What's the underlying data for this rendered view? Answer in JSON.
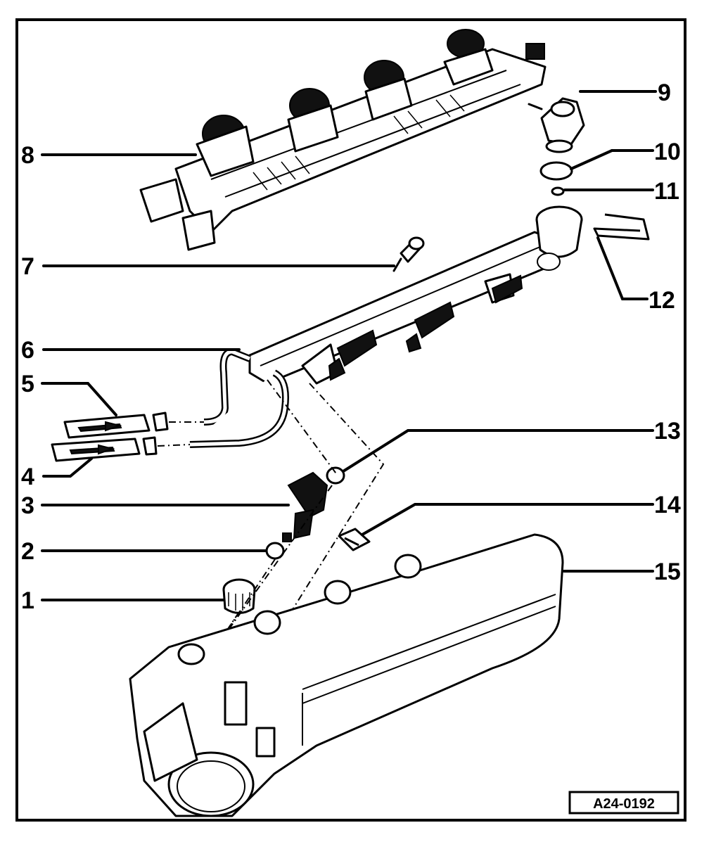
{
  "diagram": {
    "callouts": [
      {
        "id": "1",
        "label": "1"
      },
      {
        "id": "2",
        "label": "2"
      },
      {
        "id": "3",
        "label": "3"
      },
      {
        "id": "4",
        "label": "4"
      },
      {
        "id": "5",
        "label": "5"
      },
      {
        "id": "6",
        "label": "6"
      },
      {
        "id": "7",
        "label": "7"
      },
      {
        "id": "8",
        "label": "8"
      },
      {
        "id": "9",
        "label": "9"
      },
      {
        "id": "10",
        "label": "10"
      },
      {
        "id": "11",
        "label": "11"
      },
      {
        "id": "12",
        "label": "12"
      },
      {
        "id": "13",
        "label": "13"
      },
      {
        "id": "14",
        "label": "14"
      },
      {
        "id": "15",
        "label": "15"
      }
    ],
    "figure_code": "A24-0192"
  }
}
